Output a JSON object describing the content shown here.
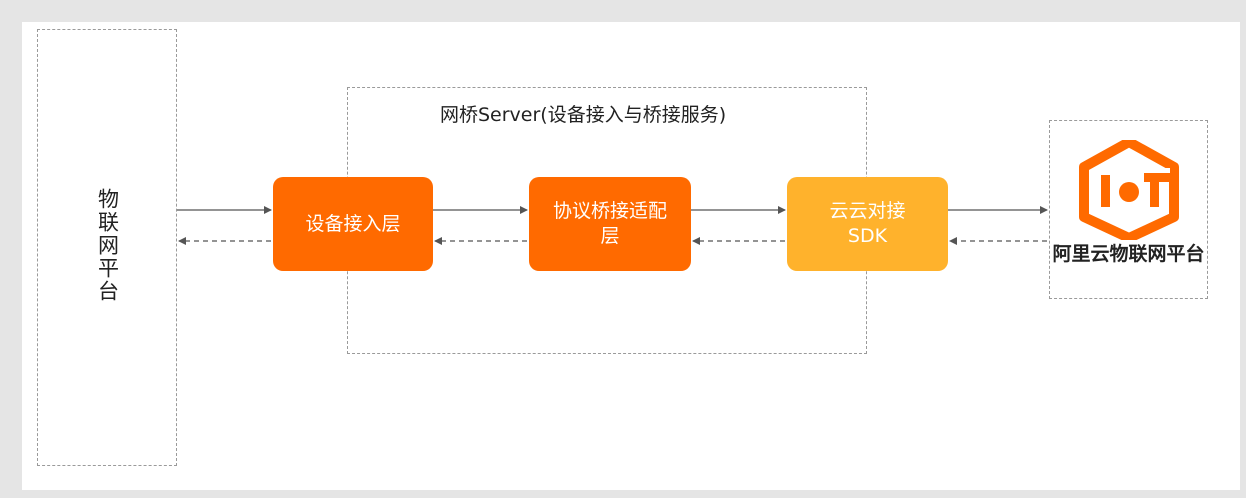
{
  "left_platform": {
    "label": "物联网平台"
  },
  "server": {
    "title": "网桥Server(设备接入与桥接服务)"
  },
  "modules": [
    {
      "label": "设备接入层"
    },
    {
      "label": "协议桥接适配层"
    },
    {
      "label": "云云对接SDK"
    }
  ],
  "right_platform": {
    "label": "阿里云物联网平台",
    "logo_icon": "iot-logo-icon"
  },
  "colors": {
    "orange": "#ff6a00",
    "yellow": "#ffb22c",
    "arrow": "#555555"
  }
}
